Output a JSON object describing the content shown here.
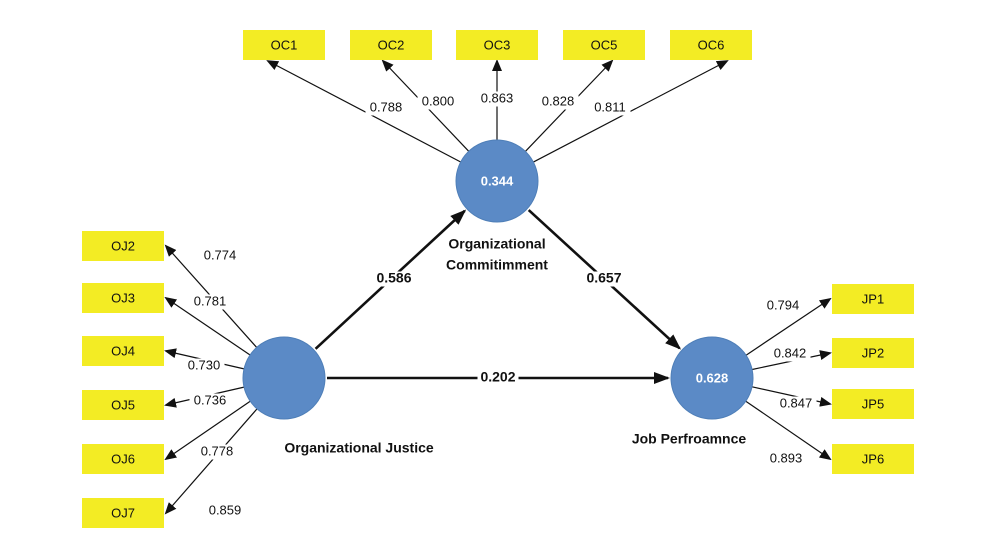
{
  "constructs": {
    "oc": {
      "name_lines": [
        "Organizational",
        "Commitimment"
      ],
      "r2": "0.344",
      "color": "#5b8ac6"
    },
    "oj": {
      "name_lines": [
        "Organizational Justice"
      ],
      "r2": "",
      "color": "#5b8ac6"
    },
    "jp": {
      "name_lines": [
        "Job Perfroamnce"
      ],
      "r2": "0.628",
      "color": "#5b8ac6"
    }
  },
  "indicator_color": "#f3ec24",
  "indicators": {
    "oc": [
      {
        "label": "OC1",
        "loading": "0.788"
      },
      {
        "label": "OC2",
        "loading": "0.800"
      },
      {
        "label": "OC3",
        "loading": "0.863"
      },
      {
        "label": "OC5",
        "loading": "0.828"
      },
      {
        "label": "OC6",
        "loading": "0.811"
      }
    ],
    "oj": [
      {
        "label": "OJ2",
        "loading": "0.774"
      },
      {
        "label": "OJ3",
        "loading": "0.781"
      },
      {
        "label": "OJ4",
        "loading": "0.730"
      },
      {
        "label": "OJ5",
        "loading": "0.736"
      },
      {
        "label": "OJ6",
        "loading": "0.778"
      },
      {
        "label": "OJ7",
        "loading": "0.859"
      }
    ],
    "jp": [
      {
        "label": "JP1",
        "loading": "0.794"
      },
      {
        "label": "JP2",
        "loading": "0.842"
      },
      {
        "label": "JP5",
        "loading": "0.847"
      },
      {
        "label": "JP6",
        "loading": "0.893"
      }
    ]
  },
  "paths": {
    "oj_to_oc": "0.586",
    "oc_to_jp": "0.657",
    "oj_to_jp": "0.202"
  }
}
